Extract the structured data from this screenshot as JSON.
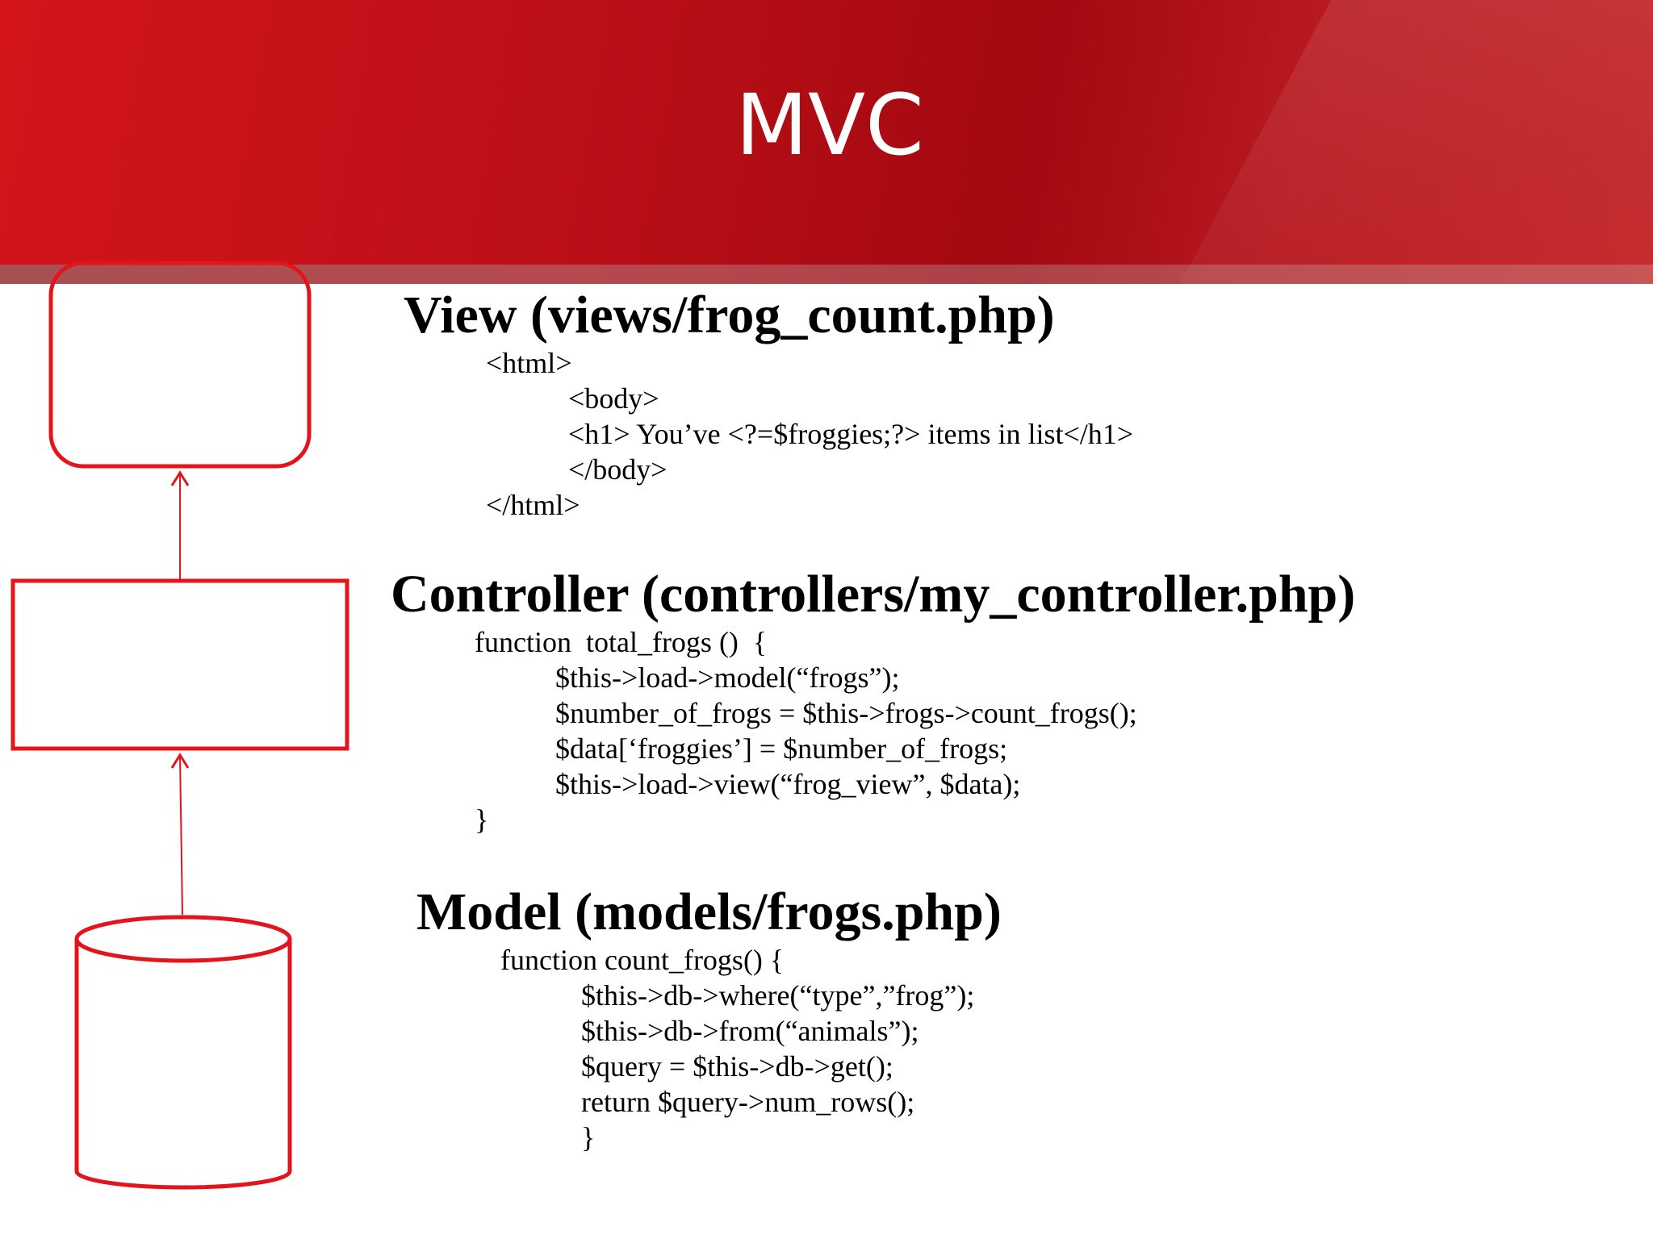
{
  "slide": {
    "title": "MVC"
  },
  "view": {
    "heading": "View (views/frog_count.php)",
    "code": [
      "<html>",
      "<body>",
      "<h1> You’ve <?=$froggies;?> items in list</h1>",
      "</body>",
      "</html>"
    ]
  },
  "controller": {
    "heading": "Controller (controllers/my_controller.php)",
    "code": [
      "function  total_frogs ()  {",
      "$this->load->model(“frogs”);",
      "$number_of_frogs = $this->frogs->count_frogs();",
      "$data[‘froggies’] = $number_of_frogs;",
      "$this->load->view(“frog_view”, $data);",
      "}"
    ]
  },
  "model": {
    "heading": "Model (models/frogs.php)",
    "code": [
      "function count_frogs() {",
      "$this->db->where(“type”,”frog”);",
      "$this->db->from(“animals”);",
      "$query = $this->db->get();",
      "return $query->num_rows();",
      "}"
    ]
  },
  "colors": {
    "header_red": "#c0121a",
    "diagram_red": "#e3141b",
    "text": "#000000"
  }
}
